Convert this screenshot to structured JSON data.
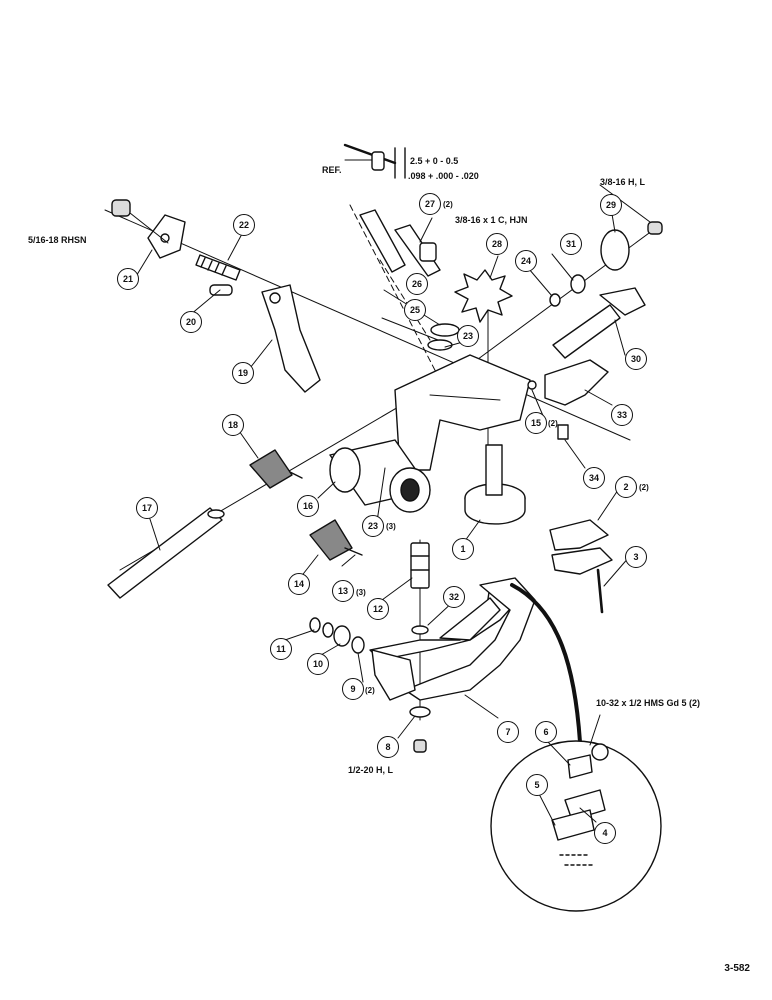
{
  "annotations": {
    "ref": "REF.",
    "dim_metric": "2.5 + 0 - 0.5",
    "dim_inch": ".098 + .000 - .020",
    "nut_5_16": "5/16-18 RHSN",
    "screw_3_8_hjn": "3/8-16 x 1 C, HJN",
    "nut_3_8": "3/8-16 H, L",
    "screw_10_32": "10-32 x 1/2 HMS Gd 5 (2)",
    "nut_1_2": "1/2-20 H, L"
  },
  "callouts": {
    "c1": "1",
    "c2": "2",
    "c3": "3",
    "c4": "4",
    "c5": "5",
    "c6": "6",
    "c7": "7",
    "c8": "8",
    "c9": "9",
    "c10": "10",
    "c11": "11",
    "c12": "12",
    "c13": "13",
    "c14": "14",
    "c15": "15",
    "c16": "16",
    "c17": "17",
    "c18": "18",
    "c19": "19",
    "c20": "20",
    "c21": "21",
    "c22": "22",
    "c23a": "23",
    "c23b": "23",
    "c24": "24",
    "c25": "25",
    "c26": "26",
    "c27": "27",
    "c28": "28",
    "c29": "29",
    "c30": "30",
    "c31": "31",
    "c32": "32",
    "c33": "33",
    "c34": "34"
  },
  "quantities": {
    "q2": "(2)",
    "q9": "(2)",
    "q13": "(3)",
    "q15": "(2)",
    "q23": "(3)",
    "q27": "(2)"
  },
  "sheet_number": "3-582"
}
